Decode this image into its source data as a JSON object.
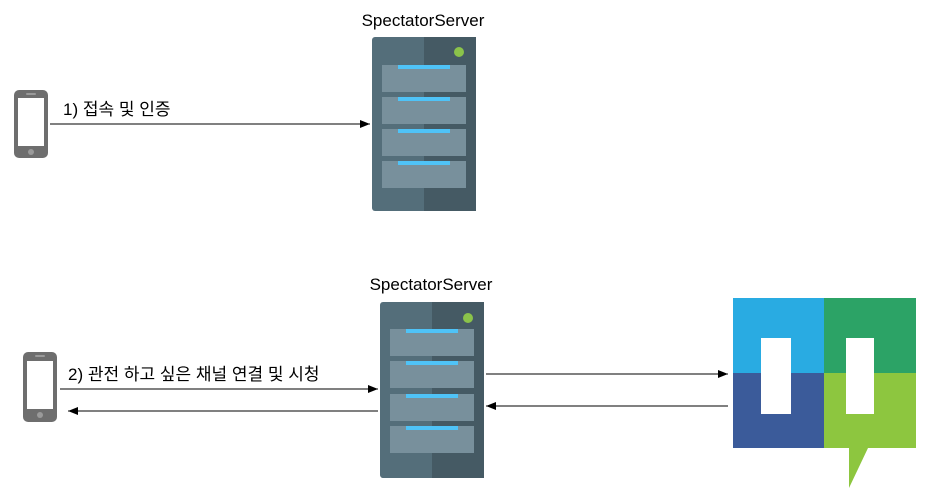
{
  "top": {
    "server_label": "SpectatorServer",
    "arrow_label": "1) 접속 및 인증"
  },
  "bottom": {
    "server_label": "SpectatorServer",
    "arrow_label": "2) 관전 하고 싶은 채널 연결 및 시청"
  },
  "icons": [
    "phone-icon",
    "server-icon",
    "server-icon",
    "netty-logo"
  ],
  "colors": {
    "server_body": "#546e7a",
    "server_shade": "#455a64",
    "server_slot": "#78909c",
    "server_led": "#4fc3f7",
    "server_power": "#8bc34a",
    "logo_blue": "#29abe2",
    "logo_green": "#2ca366",
    "logo_navy": "#3b5b9a",
    "logo_lime": "#8dc63f"
  }
}
